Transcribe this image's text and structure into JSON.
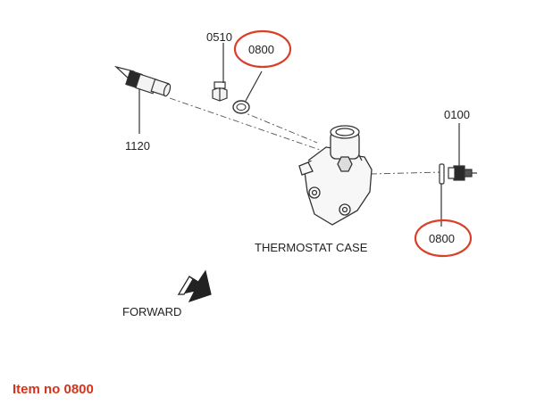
{
  "colors": {
    "highlight": "#d9402a",
    "line": "#333333",
    "part_fill": "#f2f2f2"
  },
  "diagram": {
    "parts": {
      "sensor_1120": "1120",
      "plug_0510": "0510",
      "washer_0800_top": "0800",
      "switch_0100": "0100",
      "washer_0800_right": "0800"
    },
    "case_label": "THERMOSTAT CASE",
    "forward_label": "FORWARD",
    "forward_icon": "forward-arrow-icon"
  },
  "footer": {
    "item_note": "Item no 0800"
  }
}
